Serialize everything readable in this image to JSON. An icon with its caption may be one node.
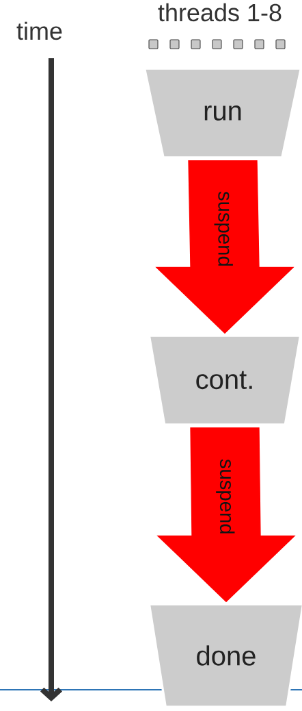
{
  "diagram": {
    "nodes": [
      {
        "text": [
          "run"
        ]
      },
      {
        "text": [
          "cont."
        ]
      },
      {
        "text": [
          "done"
        ]
      }
    ],
    "edges": [
      {
        "from": 0,
        "to": 1,
        "arrow": "to",
        "label": "suspend",
        "style": "thick",
        "color": "#ff0000"
      },
      {
        "from": 1,
        "to": 2,
        "arrow": "to",
        "label": "suspend",
        "style": "thick",
        "color": "#ff0000"
      }
    ],
    "labels": [
      "time",
      "threads 1-8"
    ]
  }
}
